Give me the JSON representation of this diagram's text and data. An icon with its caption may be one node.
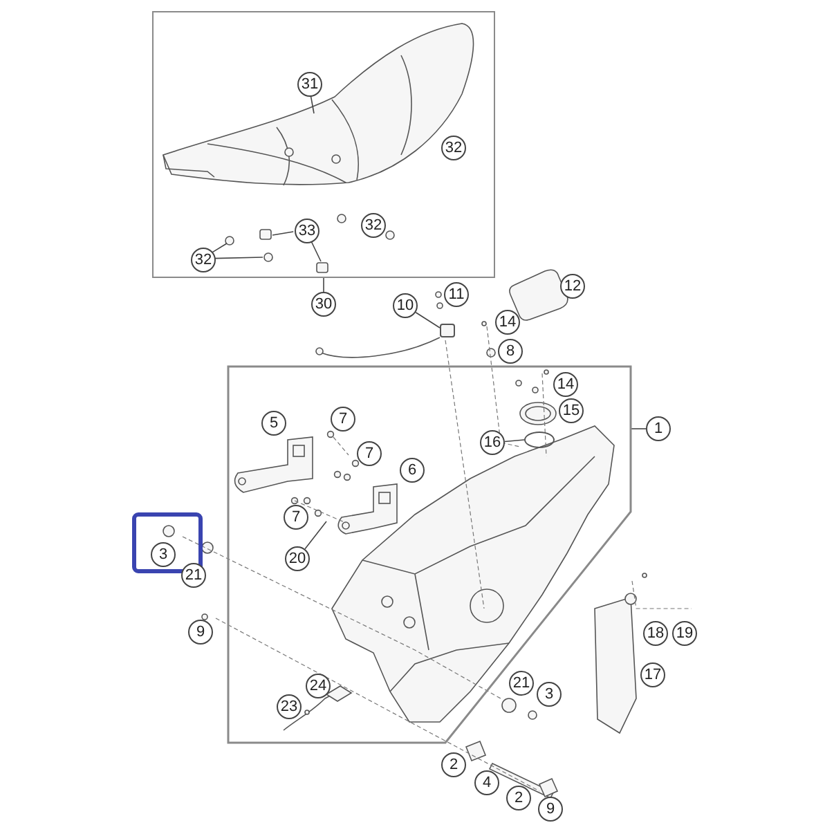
{
  "diagram": {
    "nodes": [
      {
        "text": [],
        "shape": "box"
      },
      {
        "text": [
          "31"
        ],
        "in": 0
      },
      {
        "text": [
          "32"
        ],
        "in": 0
      },
      {
        "text": [
          "33"
        ],
        "in": 0
      },
      {
        "text": [
          "32"
        ],
        "in": 0
      },
      {
        "text": [
          "32"
        ],
        "in": 0
      },
      {
        "text": [
          "30"
        ]
      },
      {
        "text": [
          "12"
        ]
      },
      {
        "text": [
          "11"
        ]
      },
      {
        "text": [
          "10"
        ]
      },
      {
        "text": [
          "14"
        ]
      },
      {
        "text": [
          "8"
        ]
      },
      {
        "text": [],
        "shape": "box"
      },
      {
        "text": [
          "14"
        ],
        "in": 12
      },
      {
        "text": [
          "15"
        ],
        "in": 12
      },
      {
        "text": [
          "1"
        ]
      },
      {
        "text": [
          "16"
        ],
        "in": 12
      },
      {
        "text": [
          "5"
        ],
        "in": 12
      },
      {
        "text": [
          "7"
        ],
        "in": 12
      },
      {
        "text": [
          "7"
        ],
        "in": 12
      },
      {
        "text": [
          "6"
        ],
        "in": 12
      },
      {
        "text": [
          "7"
        ],
        "in": 12
      },
      {
        "text": [
          "3"
        ]
      },
      {
        "text": [
          "20"
        ],
        "in": 12
      },
      {
        "text": [
          "21"
        ]
      },
      {
        "text": [
          "9"
        ]
      },
      {
        "text": [
          "18"
        ]
      },
      {
        "text": [
          "19"
        ]
      },
      {
        "text": [
          "17"
        ]
      },
      {
        "text": [
          "24"
        ],
        "in": 12
      },
      {
        "text": [
          "21"
        ]
      },
      {
        "text": [
          "3"
        ]
      },
      {
        "text": [
          "23"
        ],
        "in": 12
      },
      {
        "text": [
          "2"
        ]
      },
      {
        "text": [
          "4"
        ]
      },
      {
        "text": [
          "2"
        ]
      },
      {
        "text": [
          "9"
        ]
      },
      {
        "text": [],
        "shape": "box"
      },
      {
        "text": [],
        "shape": "circle",
        "in": 12
      }
    ],
    "edges": [
      {
        "from": 1,
        "to": null,
        "arrow": "none"
      },
      {
        "from": 3,
        "to": null,
        "arrow": "none"
      },
      {
        "from": 3,
        "to": null,
        "arrow": "none"
      },
      {
        "from": 5,
        "to": null,
        "arrow": "none"
      },
      {
        "from": 5,
        "to": null,
        "arrow": "none"
      },
      {
        "from": 6,
        "to": 0,
        "arrow": "none"
      },
      {
        "from": 9,
        "to": 37,
        "arrow": "none"
      },
      {
        "from": 15,
        "to": 12,
        "arrow": "none"
      },
      {
        "from": 16,
        "to": 38,
        "arrow": "none"
      },
      {
        "from": 23,
        "to": null,
        "arrow": "none"
      }
    ]
  }
}
